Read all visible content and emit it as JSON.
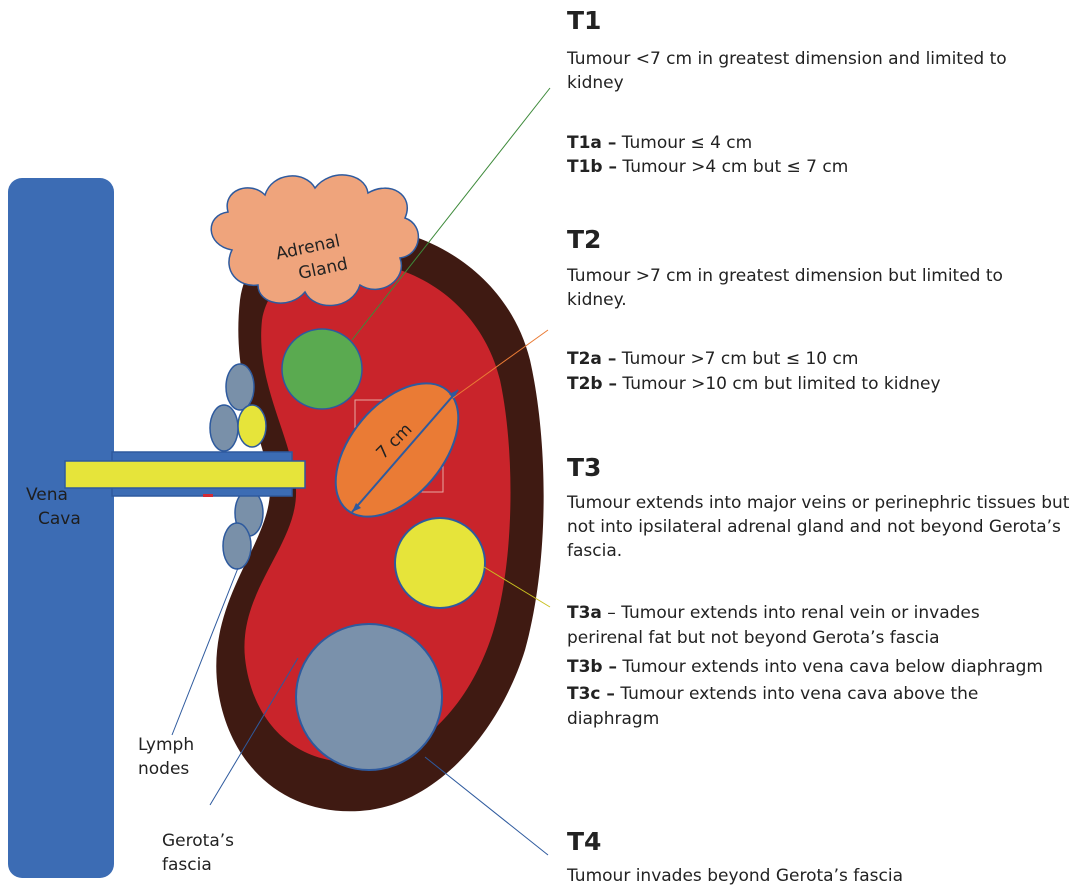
{
  "labels": {
    "adrenal_gland": [
      "Adrenal",
      "Gland"
    ],
    "vena_cava": [
      "Vena",
      "Cava"
    ],
    "lymph_nodes": [
      "Lymph",
      "nodes"
    ],
    "gerotas_fascia": [
      "Gerota’s",
      "fascia"
    ],
    "size_7cm": "7 cm"
  },
  "stages": {
    "t1": {
      "title": "T1",
      "description": "Tumour <7 cm in greatest dimension and limited to kidney",
      "subs": [
        {
          "code": "T1a –",
          "text": " Tumour ≤ 4 cm"
        },
        {
          "code": "T1b –",
          "text": " Tumour >4 cm but ≤ 7 cm"
        }
      ]
    },
    "t2": {
      "title": "T2",
      "description": "Tumour >7 cm in greatest dimension but limited to kidney.",
      "subs": [
        {
          "code": "T2a –",
          "text": " Tumour >7 cm but ≤ 10 cm"
        },
        {
          "code": "T2b –",
          "text": " Tumour >10 cm but limited to kidney"
        }
      ]
    },
    "t3": {
      "title": "T3",
      "description": "Tumour extends into major veins or perinephric tissues but not into ipsilateral adrenal gland and not beyond Gerota’s fascia.",
      "subs": [
        {
          "code": "T3a",
          "text": " – Tumour extends into renal vein or invades perirenal fat but not beyond Gerota’s fascia"
        },
        {
          "code": "T3b –",
          "text": " Tumour extends into vena cava below diaphragm"
        },
        {
          "code": "T3c –",
          "text": " Tumour extends into vena cava above the diaphragm"
        }
      ]
    },
    "t4": {
      "title": "T4",
      "description": "Tumour invades beyond Gerota’s fascia",
      "subs": []
    }
  },
  "colors": {
    "vena_cava": "#3c6cb4",
    "kidney": "#c9242b",
    "fascia": "#3f1a12",
    "adrenal": "#efa47c",
    "t1_tumour": "#5aaa50",
    "t2_tumour": "#ea7b35",
    "t3_tumour": "#e6e43a",
    "t4_tumour": "#7a91ab",
    "lymph_node": "#7990a9"
  }
}
